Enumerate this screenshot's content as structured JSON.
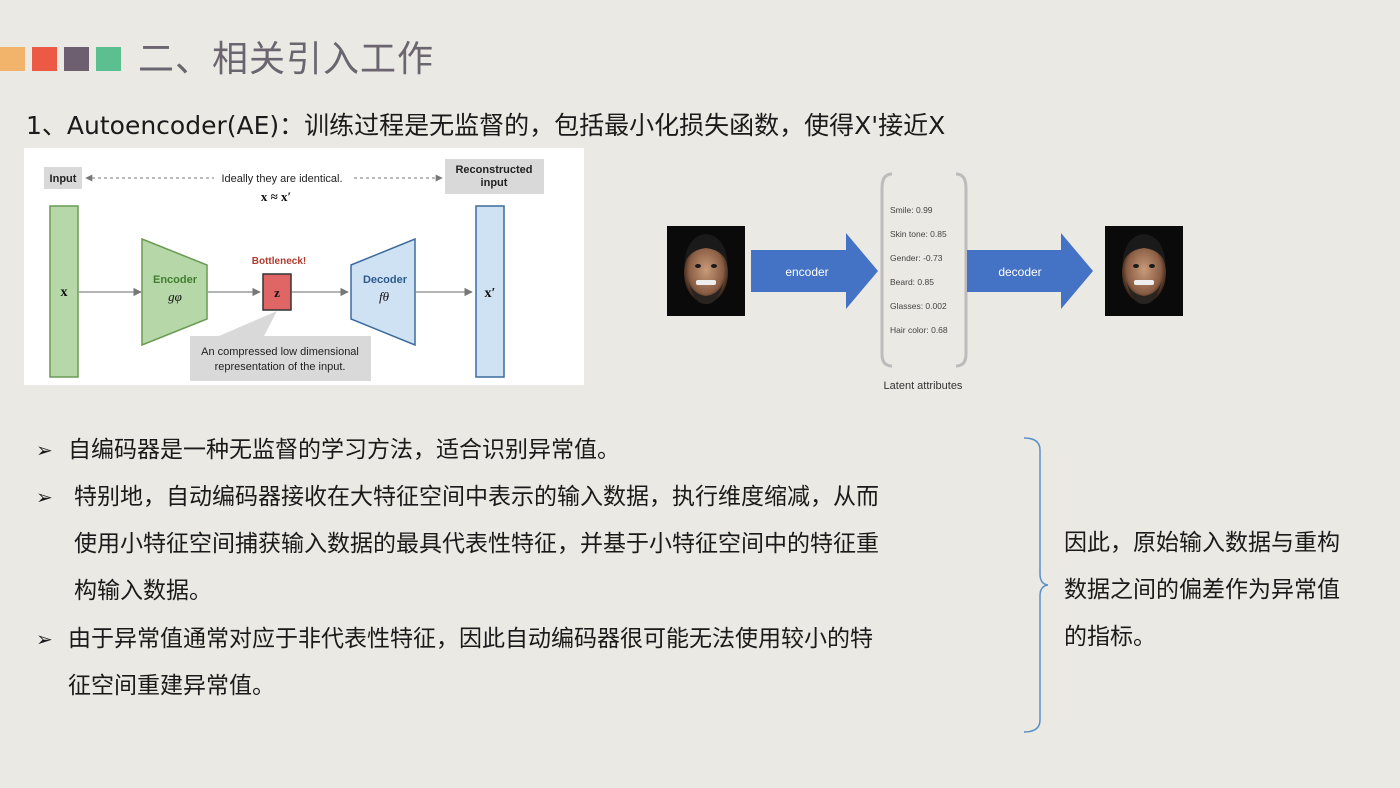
{
  "header": {
    "title": "二、相关引入工作",
    "square_colors": [
      "#f2b36b",
      "#ec5a45",
      "#6e5f70",
      "#5bbf90"
    ]
  },
  "subtitle": "1、Autoencoder(AE)：训练过程是无监督的，包括最小化损失函数，使得X'接近X",
  "ae_diagram": {
    "input_label": "Input",
    "identical_note": "Ideally they are identical.",
    "approx_formula": "x ≈ x′",
    "reconstructed_label_line1": "Reconstructed",
    "reconstructed_label_line2": "input",
    "x_label": "x",
    "encoder_label": "Encoder",
    "encoder_func": "gφ",
    "bottleneck_label": "Bottleneck!",
    "z_label": "z",
    "decoder_label": "Decoder",
    "decoder_func": "fθ",
    "xprime_label": "x′",
    "callout_line1": "An compressed low dimensional",
    "callout_line2": "representation of the input."
  },
  "face_diagram": {
    "encoder_arrow_label": "encoder",
    "decoder_arrow_label": "decoder",
    "attributes": [
      "Smile: 0.99",
      "Skin tone: 0.85",
      "Gender: -0.73",
      "Beard: 0.85",
      "Glasses: 0.002",
      "Hair color: 0.68"
    ],
    "latent_caption": "Latent attributes"
  },
  "bullets": {
    "b1_line1": "自编码器是一种无监督的学习方法，适合识别异常值。",
    "b2_line1": "特别地，自动编码器接收在大特征空间中表示的输入数据，执行维度缩减，从而",
    "b2_line2": "使用小特征空间捕获输入数据的最具代表性特征，并基于小特征空间中的特征重",
    "b2_line3": "构输入数据。",
    "b3_line1": "由于异常值通常对应于非代表性特征，因此自动编码器很可能无法使用较小的特",
    "b3_line2": "征空间重建异常值。"
  },
  "conclusion": {
    "line1": "因此，原始输入数据与重构",
    "line2": "数据之间的偏差作为异常值",
    "line3": "的指标。"
  }
}
